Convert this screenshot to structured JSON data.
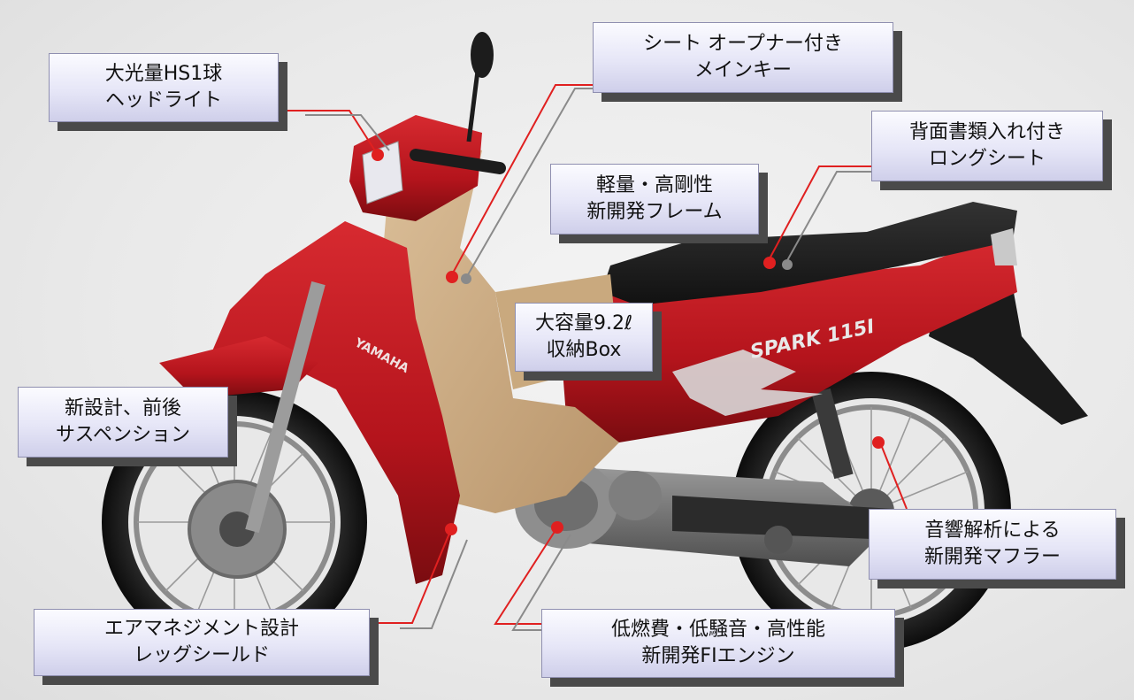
{
  "colors": {
    "leader_red": "#e02020",
    "leader_gray": "#8a8a8a",
    "body_red": "#b4141c",
    "body_tan": "#c7a57a",
    "seat_black": "#1b1b1b"
  },
  "illustration": {
    "brand": "YAMAHA",
    "model_badge": "SPARK 115I"
  },
  "callouts": {
    "headlight": {
      "line1": "大光量HS1球",
      "line2": "ヘッドライト"
    },
    "seat_opener": {
      "line1": "シート オープナー付き",
      "line2": "メインキー"
    },
    "long_seat": {
      "line1": "背面書類入れ付き",
      "line2": "ロングシート"
    },
    "frame": {
      "line1": "軽量・高剛性",
      "line2": "新開発フレーム"
    },
    "storage_box": {
      "line1": "大容量9.2ℓ",
      "line2": "収納Box"
    },
    "suspension": {
      "line1": "新設計、前後",
      "line2": "サスペンション"
    },
    "muffler": {
      "line1": "音響解析による",
      "line2": "新開発マフラー"
    },
    "leg_shield": {
      "line1": "エアマネジメント設計",
      "line2": "レッグシールド"
    },
    "engine": {
      "line1": "低燃費・低騒音・高性能",
      "line2": "新開発FIエンジン"
    }
  }
}
